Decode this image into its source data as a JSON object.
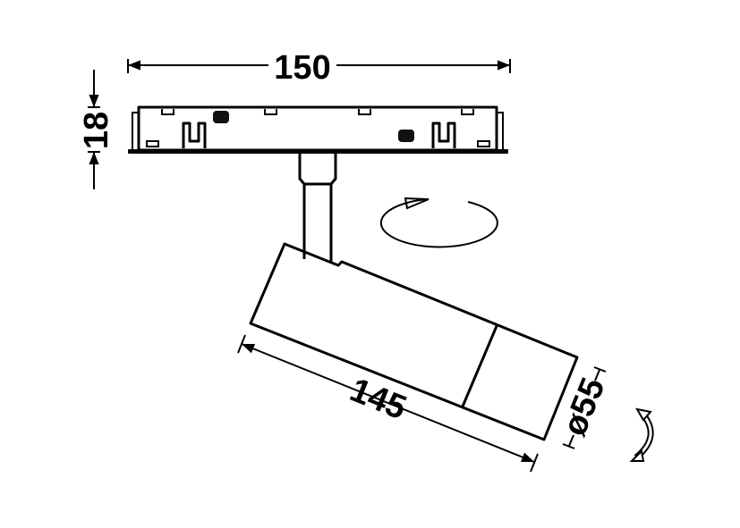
{
  "drawing": {
    "dimensions": {
      "track_length": "150",
      "track_height": "18",
      "lamp_length": "145",
      "lamp_diameter": "ø55"
    },
    "colors": {
      "line": "#000000",
      "background": "#ffffff"
    }
  }
}
